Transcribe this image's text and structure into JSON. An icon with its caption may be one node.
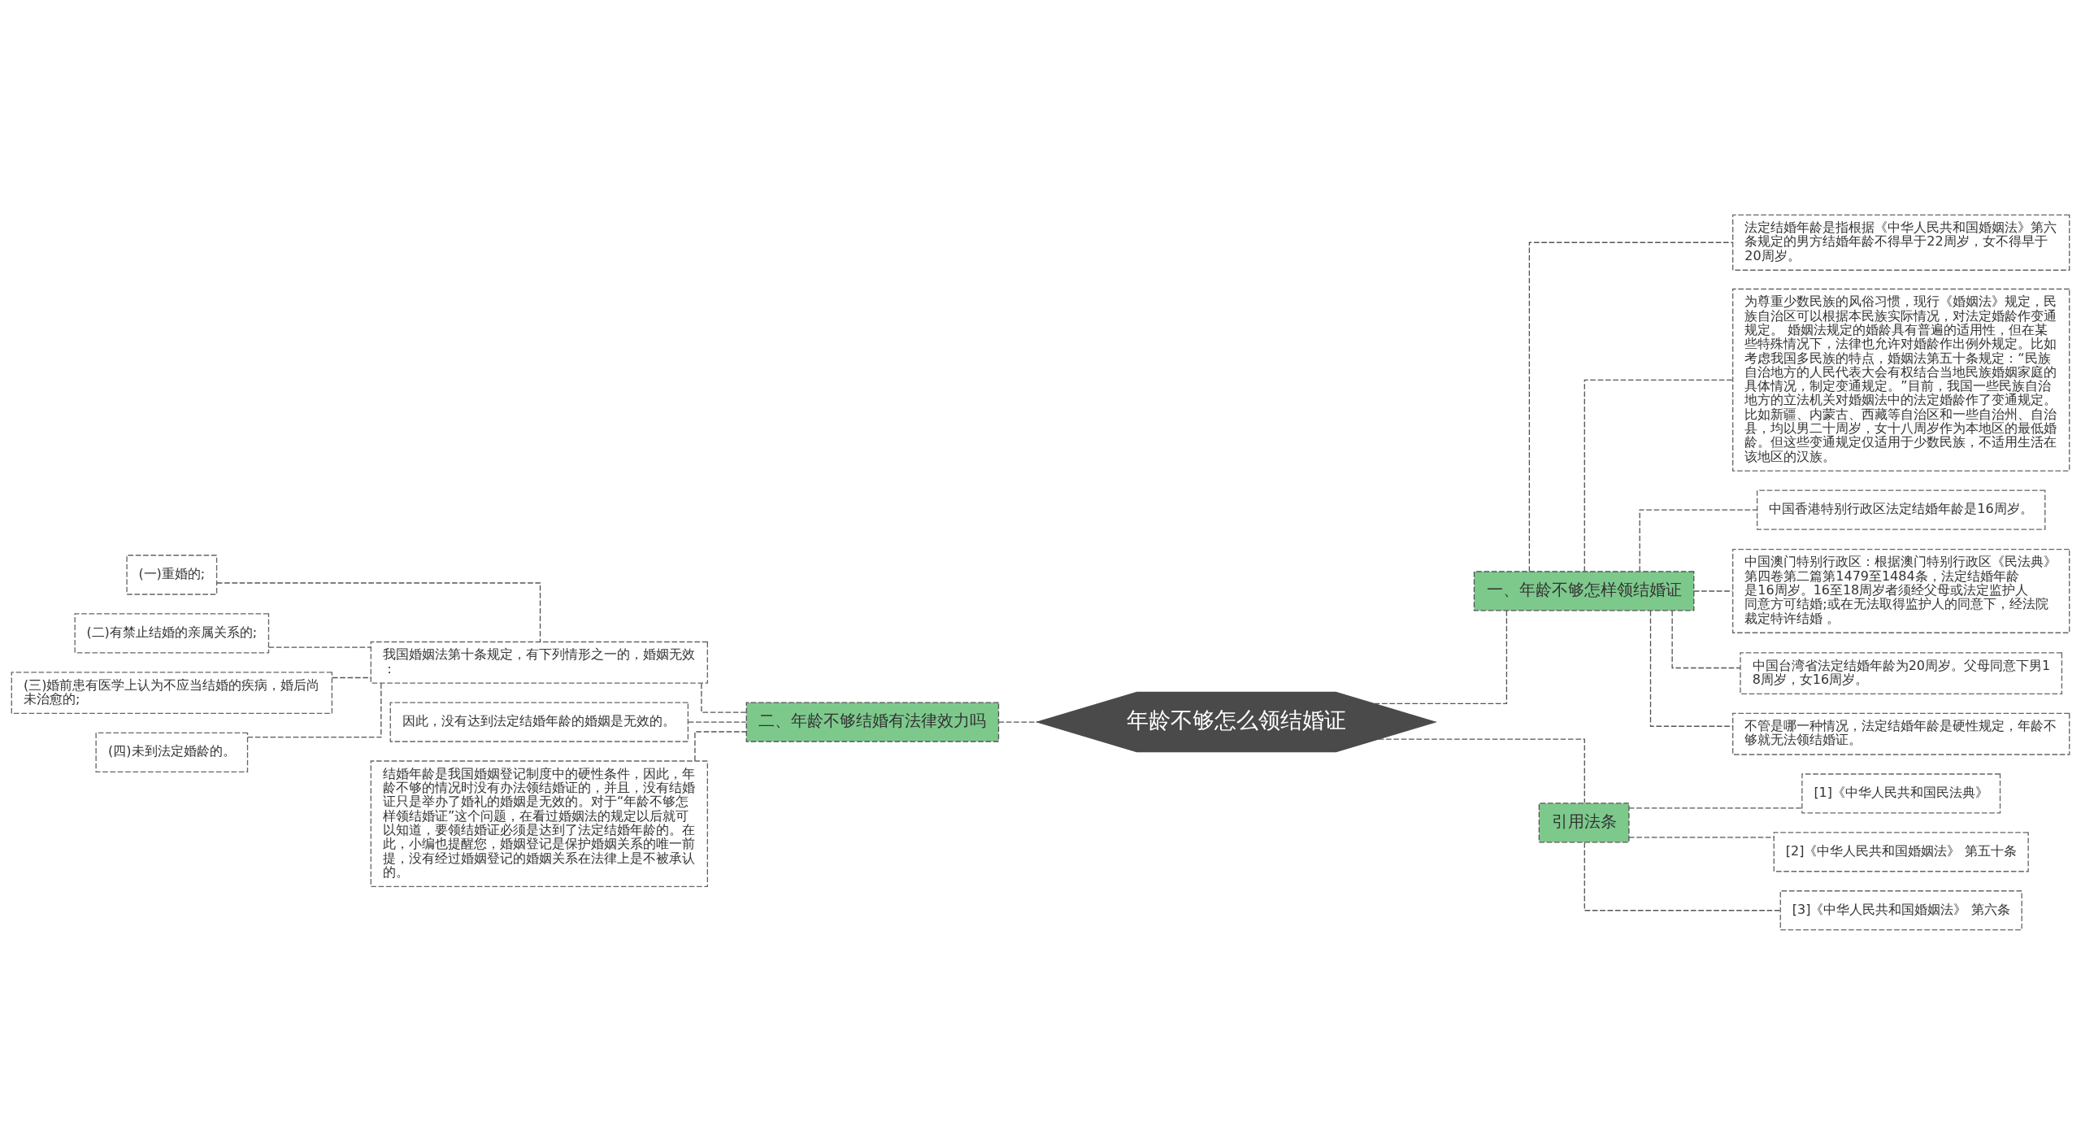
{
  "diagram": {
    "nodes": [
      {
        "text": [
          "年龄不够怎么领结婚证"
        ]
      },
      {
        "text": [
          "一、年龄不够怎样领结婚证"
        ]
      },
      {
        "text": [
          "法定结婚年龄是指根据《中华人民共和国婚姻法》第六条规定的男方结婚年龄不得早于22周岁，女不得早于20周岁。"
        ]
      },
      {
        "text": [
          "为尊重少数民族的风俗习惯，现行《婚姻法》规定，民族自治区可以根据本民族实际情况，对法定婚龄作变通规定。 婚姻法规定的婚龄具有普遍的适用性，但在某些特殊情况下，法律也允许对婚龄作出例外规定。比如考虑我国多民族的特点，婚姻法第五十条规定：“民族自治地方的人民代表大会有权结合当地民族婚姻家庭的具体情况，制定变通规定。”目前，我国一些民族自治地方的立法机关对婚姻法中的法定婚龄作了变通规定。比如新疆、内蒙古、西藏等自治区和一些自治州、自治县，均以男二十周岁，女十八周岁作为本地区的最低婚龄。但这些变通规定仅适用于少数民族，不适用生活在该地区的汉族。"
        ]
      },
      {
        "text": [
          "中国香港特别行政区法定结婚年龄是16周岁。"
        ]
      },
      {
        "text": [
          "中国澳门特别行政区：根据澳门特别行政区《民法典》第四卷第二篇第1479至1484条，法定结婚年龄是16周岁。16至18周岁者须经父母或法定监护人同意方可结婚;或在无法取得监护人的同意下，经法院裁定特许结婚 。"
        ]
      },
      {
        "text": [
          "中国台湾省法定结婚年龄为20周岁。父母同意下男18周岁，女16周岁。"
        ]
      },
      {
        "text": [
          "不管是哪一种情况，法定结婚年龄是硬性规定，年龄不够就无法领结婚证。"
        ]
      },
      {
        "text": [
          "二、年龄不够结婚有法律效力吗"
        ]
      },
      {
        "text": [
          "我国婚姻法第十条规定，有下列情形之一的，婚姻无效："
        ]
      },
      {
        "text": [
          "(一)重婚的;"
        ]
      },
      {
        "text": [
          "(二)有禁止结婚的亲属关系的;"
        ]
      },
      {
        "text": [
          "(三)婚前患有医学上认为不应当结婚的疾病，婚后尚未治愈的;"
        ]
      },
      {
        "text": [
          "(四)未到法定婚龄的。"
        ]
      },
      {
        "text": [
          "因此，没有达到法定结婚年龄的婚姻是无效的。"
        ]
      },
      {
        "text": [
          "结婚年龄是我国婚姻登记制度中的硬性条件，因此，年龄不够的情况时没有办法领结婚证的，并且，没有结婚证只是举办了婚礼的婚姻是无效的。对于“年龄不够怎样领结婚证”这个问题，在看过婚姻法的规定以后就可以知道，要领结婚证必须是达到了法定结婚年龄的。在此，小编也提醒您，婚姻登记是保护婚姻关系的唯一前提，没有经过婚姻登记的婚姻关系在法律上是不被承认的。"
        ]
      },
      {
        "text": [
          "引用法条"
        ]
      },
      {
        "text": [
          "[1]《中华人民共和国民法典》"
        ]
      },
      {
        "text": [
          "[2]《中华人民共和国婚姻法》 第五十条"
        ]
      },
      {
        "text": [
          "[3]《中华人民共和国婚姻法》 第六条"
        ]
      }
    ],
    "edges": [
      {
        "from": 0,
        "to": 1,
        "arrow": "none"
      },
      {
        "from": 1,
        "to": 2,
        "arrow": "none"
      },
      {
        "from": 1,
        "to": 3,
        "arrow": "none"
      },
      {
        "from": 1,
        "to": 4,
        "arrow": "none"
      },
      {
        "from": 1,
        "to": 5,
        "arrow": "none"
      },
      {
        "from": 1,
        "to": 6,
        "arrow": "none"
      },
      {
        "from": 1,
        "to": 7,
        "arrow": "none"
      },
      {
        "from": 0,
        "to": 8,
        "arrow": "none"
      },
      {
        "from": 8,
        "to": 9,
        "arrow": "none"
      },
      {
        "from": 9,
        "to": 10,
        "arrow": "none"
      },
      {
        "from": 9,
        "to": 11,
        "arrow": "none"
      },
      {
        "from": 9,
        "to": 12,
        "arrow": "none"
      },
      {
        "from": 9,
        "to": 13,
        "arrow": "none"
      },
      {
        "from": 8,
        "to": 14,
        "arrow": "none"
      },
      {
        "from": 8,
        "to": 15,
        "arrow": "none"
      },
      {
        "from": 0,
        "to": 16,
        "arrow": "none"
      },
      {
        "from": 16,
        "to": 17,
        "arrow": "none"
      },
      {
        "from": 16,
        "to": 18,
        "arrow": "none"
      },
      {
        "from": 16,
        "to": 19,
        "arrow": "none"
      }
    ]
  }
}
